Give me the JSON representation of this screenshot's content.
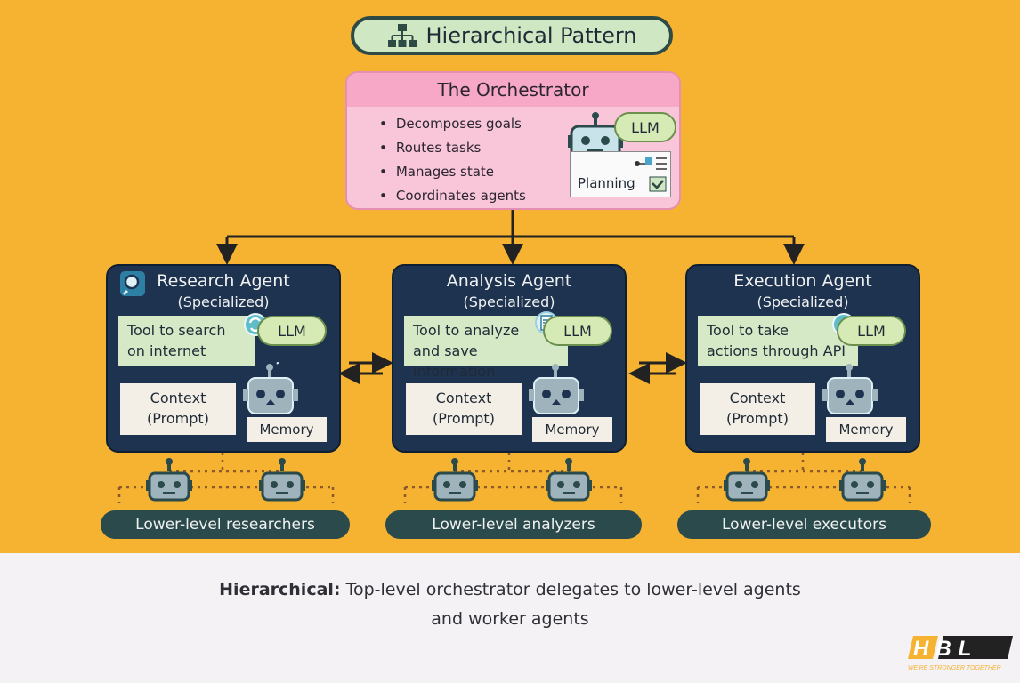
{
  "title": "Hierarchical Pattern",
  "orchestrator": {
    "title": "The Orchestrator",
    "bullets": [
      "Decomposes goals",
      "Routes tasks",
      "Manages state",
      "Coordinates agents"
    ],
    "llm": "LLM",
    "planning": "Planning"
  },
  "agents": [
    {
      "name": "Research Agent",
      "specialized": "(Specialized)",
      "tool_line1": "Tool to search",
      "tool_line2": "on internet",
      "llm": "LLM",
      "context_line1": "Context",
      "context_line2": "(Prompt)",
      "memory": "Memory",
      "badge_icon": "magnifier-icon",
      "tool_icon": "sync-icon"
    },
    {
      "name": "Analysis Agent",
      "specialized": "(Specialized)",
      "tool_line1": "Tool to analyze",
      "tool_line2": "and save information",
      "llm": "LLM",
      "context_line1": "Context",
      "context_line2": "(Prompt)",
      "memory": "Memory",
      "tool_icon": "document-icon"
    },
    {
      "name": "Execution Agent",
      "specialized": "(Specialized)",
      "tool_line1": "Tool to take",
      "tool_line2": "actions through API",
      "llm": "LLM",
      "context_line1": "Context",
      "context_line2": "(Prompt)",
      "memory": "Memory",
      "tool_icon": "plug-icon"
    }
  ],
  "lower_levels": [
    "Lower-level researchers",
    "Lower-level analyzers",
    "Lower-level executors"
  ],
  "caption": {
    "bold": "Hierarchical:",
    "line1": "Top-level orchestrator delegates to lower-level agents",
    "line2": "and worker agents"
  },
  "logo": {
    "text": "HBL",
    "tagline": "WE'RE STRONGER TOGETHER"
  },
  "colors": {
    "background": "#f6b231",
    "agent_panel": "#1d3350",
    "orchestrator": "#f9c6d9",
    "llm_bubble": "#d6eab6",
    "title_pill": "#cfe8c3",
    "lower_bar": "#2b4a4c",
    "logo_accent": "#f6b231"
  }
}
